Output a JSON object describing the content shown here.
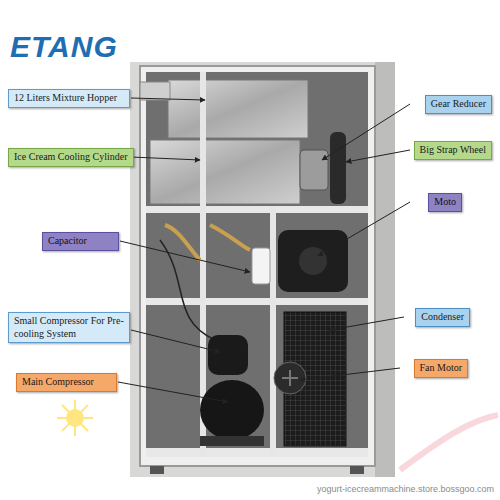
{
  "diagram": {
    "nodes": [
      {
        "text": [
          "12 Liters Mixture Hopper"
        ]
      },
      {
        "text": [
          "Ice Cream Cooling Cylinder"
        ]
      },
      {
        "text": [
          "Capacitor"
        ]
      },
      {
        "text": [
          "Small Compressor For Pre-cooling System"
        ]
      },
      {
        "text": [
          "Main Compressor"
        ]
      },
      {
        "text": [
          "Gear Reducer"
        ]
      },
      {
        "text": [
          "Big Strap Wheel"
        ]
      },
      {
        "text": [
          "Moto"
        ]
      },
      {
        "text": [
          "Condenser"
        ]
      },
      {
        "text": [
          "Fan Motor"
        ]
      }
    ],
    "labels": [
      "ETANG",
      "yogurt-icecreammachine.store.bossgoo.com"
    ]
  }
}
